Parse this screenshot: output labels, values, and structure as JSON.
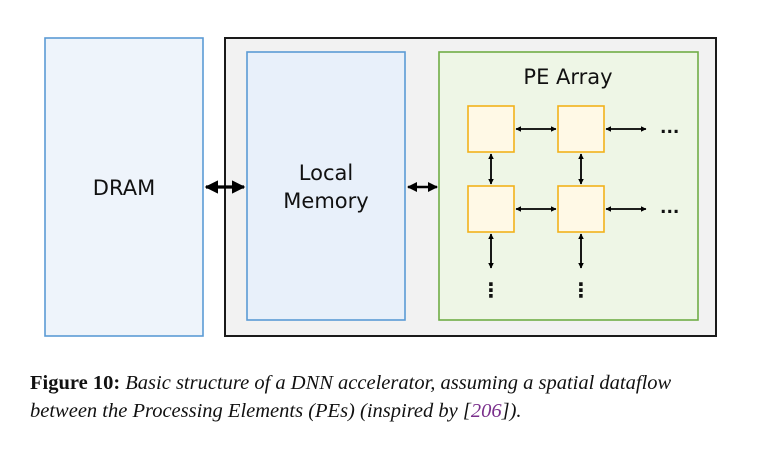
{
  "diagram": {
    "dram_label": "DRAM",
    "local_memory_label_line1": "Local",
    "local_memory_label_line2": "Memory",
    "pe_array_title": "PE Array",
    "ellipsis": "...",
    "vertical_ellipsis": "⋮"
  },
  "colors": {
    "dram_border": "#5b9bd5",
    "dram_fill": "#eef4fb",
    "accelerator_border": "#1a1a1a",
    "accelerator_fill": "#f2f2f2",
    "local_memory_border": "#5b9bd5",
    "local_memory_fill": "#e8f0fa",
    "pe_array_border": "#70ad47",
    "pe_array_fill": "#eef6e6",
    "pe_border": "#f2b21b",
    "pe_fill": "#fff9e6",
    "arrow": "#000000",
    "citation": "#7a2f8c"
  },
  "caption": {
    "label": "Figure 10:",
    "text_before_citation": " Basic structure of a DNN accelerator, assuming a spatial dataflow between the Processing Elements (PEs) (inspired by [",
    "citation": "206",
    "text_after_citation": "])."
  }
}
